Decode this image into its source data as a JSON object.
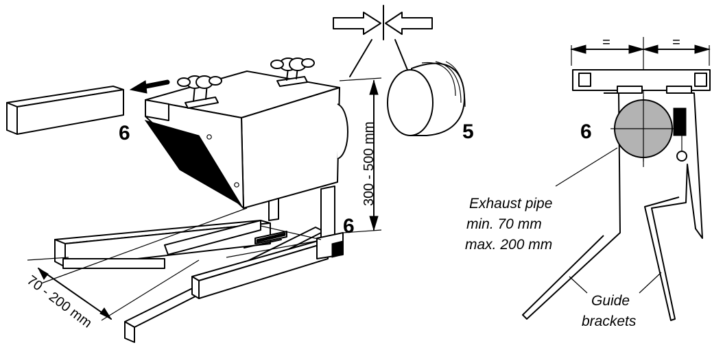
{
  "left_view": {
    "callout_pipe": "5",
    "callout_unit": "6",
    "callout_stand": "6",
    "height_range": "300 - 500 mm",
    "width_range": "70 - 200 mm"
  },
  "right_view": {
    "equal_left": "=",
    "equal_right": "=",
    "callout_unit": "6",
    "exhaust_pipe_label": {
      "line1": "Exhaust pipe",
      "line2": "min. 70 mm",
      "line3": "max. 200 mm"
    },
    "guide_brackets_label": {
      "line1": "Guide",
      "line2": "brackets"
    }
  },
  "colors": {
    "line": "#000000",
    "pipe_fill": "#b3b3b3",
    "background": "#ffffff"
  }
}
